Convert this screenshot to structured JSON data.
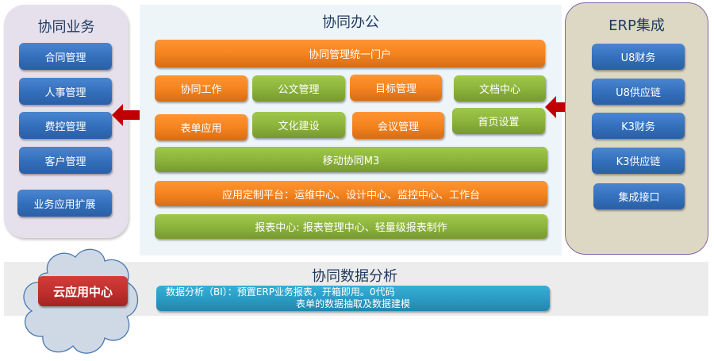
{
  "left_panel": {
    "title": "协同业务",
    "items": [
      {
        "label": "合同管理"
      },
      {
        "label": "人事管理"
      },
      {
        "label": "费控管理"
      },
      {
        "label": "客户管理"
      },
      {
        "label": "业务应用扩展"
      }
    ]
  },
  "center_panel": {
    "title": "协同办公",
    "portal": "协同管理统一门户",
    "row1": [
      {
        "label": "协同工作",
        "color": "orange"
      },
      {
        "label": "公文管理",
        "color": "green"
      },
      {
        "label": "目标管理",
        "color": "orange"
      },
      {
        "label": "文档中心",
        "color": "green"
      }
    ],
    "row2": [
      {
        "label": "表单应用",
        "color": "orange"
      },
      {
        "label": "文化建设",
        "color": "green"
      },
      {
        "label": "会议管理",
        "color": "orange"
      },
      {
        "label": "首页设置",
        "color": "green"
      }
    ],
    "mobile": "移动协同M3",
    "platform": "应用定制平台：运维中心、设计中心、监控中心、工作台",
    "report": "报表中心:  报表管理中心、轻量级报表制作"
  },
  "right_panel": {
    "title": "ERP集成",
    "items": [
      {
        "label": "U8财务"
      },
      {
        "label": "U8供应链"
      },
      {
        "label": "K3财务"
      },
      {
        "label": "K3供应链"
      },
      {
        "label": "集成接口"
      }
    ]
  },
  "bottom": {
    "title": "协同数据分析",
    "bi_line1": "数据分析（BI）：预置ERP业务报表，开箱即用。0代码",
    "bi_line2": "表单的数据抽取及数据建模",
    "cloud_label": "云应用中心"
  },
  "colors": {
    "blue": "#3470bd",
    "orange": "#f5841f",
    "green": "#8db43c",
    "teal": "#2b9cc4",
    "red": "#c0302e",
    "arrow": "#c00000"
  }
}
